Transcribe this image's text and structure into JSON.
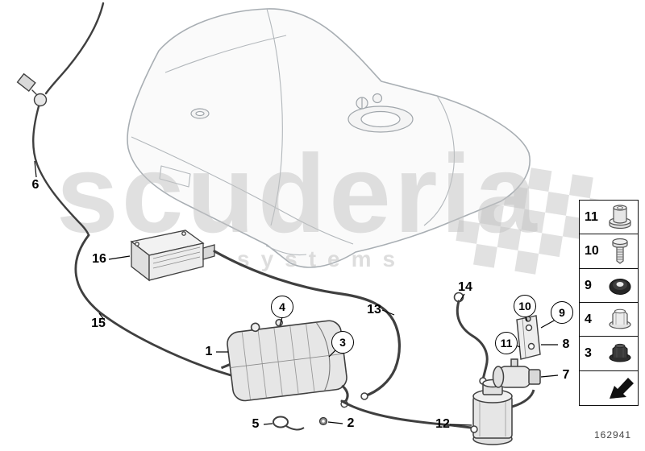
{
  "drawing": {
    "number": "162941"
  },
  "watermark": {
    "brand": "scuderia",
    "subbrand": "systems"
  },
  "callouts": {
    "n1": "1",
    "n2": "2",
    "n5": "5",
    "n6": "6",
    "n7": "7",
    "n8": "8",
    "n12": "12",
    "n13": "13",
    "n14": "14",
    "n15": "15",
    "n16": "16",
    "c3": "3",
    "c4": "4",
    "c9": "9",
    "c10": "10",
    "c11": "11"
  },
  "legend": {
    "rows": [
      {
        "number": "11",
        "icon": "spacer-sleeve-icon"
      },
      {
        "number": "10",
        "icon": "screw-icon"
      },
      {
        "number": "9",
        "icon": "grommet-icon"
      },
      {
        "number": "4",
        "icon": "flange-nut-icon"
      },
      {
        "number": "3",
        "icon": "flange-nut-dark-icon"
      },
      {
        "number": "",
        "icon": "direction-arrow-icon"
      }
    ]
  },
  "colors": {
    "background": "#ffffff",
    "tank_outline": "#a8aeb3",
    "part_outline": "#3f3f3f",
    "watermark": "#c3c3c3",
    "checker": "#dadada",
    "text": "#000000"
  }
}
